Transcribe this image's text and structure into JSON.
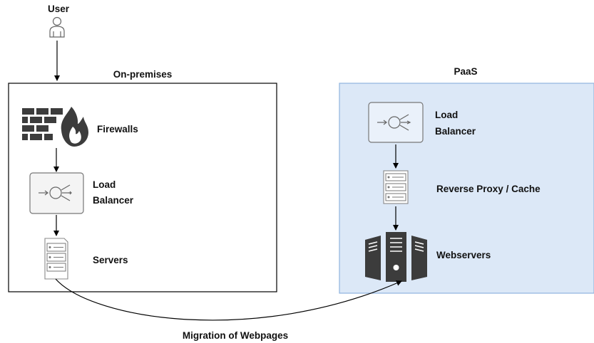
{
  "labels": {
    "user": "User",
    "on_premises": "On-premises",
    "paas": "PaaS",
    "firewalls": "Firewalls",
    "lb_onprem_line1": "Load",
    "lb_onprem_line2": "Balancer",
    "servers": "Servers",
    "lb_paas_line1": "Load",
    "lb_paas_line2": "Balancer",
    "reverse_proxy": "Reverse Proxy / Cache",
    "webservers": "Webservers",
    "migration": "Migration of Webpages"
  },
  "colors": {
    "paas_fill": "#dce8f7",
    "paas_border": "#8fb4de",
    "onprem_border": "#000000",
    "icon_dark": "#3c3c3c",
    "lb_box_fill": "#f4f4f4"
  },
  "icons": [
    "user-icon",
    "firewall-icon",
    "load-balancer-icon",
    "server-icon",
    "reverse-proxy-icon",
    "webservers-icon"
  ]
}
